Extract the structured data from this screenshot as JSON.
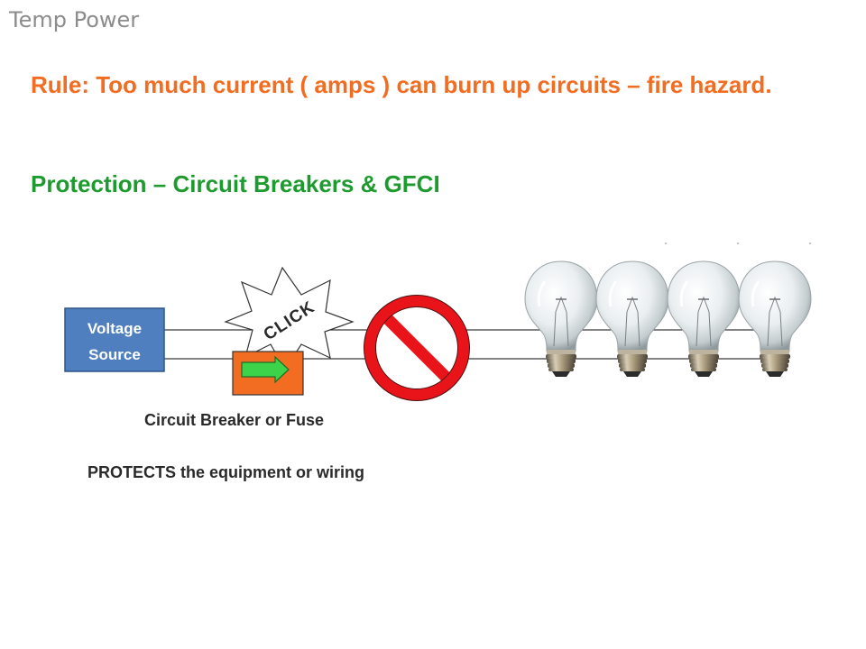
{
  "slide": {
    "title": "Temp Power",
    "rule": "Rule: Too much current ( amps ) can burn up circuits – fire hazard.",
    "protection": "Protection – Circuit Breakers & GFCI"
  },
  "diagram": {
    "voltage_source_line1": "Voltage",
    "voltage_source_line2": "Source",
    "burst_label": "CLICK",
    "breaker_caption": "Circuit Breaker  or  Fuse",
    "protects_caption": "PROTECTS the equipment or wiring",
    "bulb_count": 4,
    "colors": {
      "source_box": "#4f7fbf",
      "breaker_box": "#f26d21",
      "arrow": "#3cd34a",
      "no_symbol": "#e8141a"
    }
  }
}
